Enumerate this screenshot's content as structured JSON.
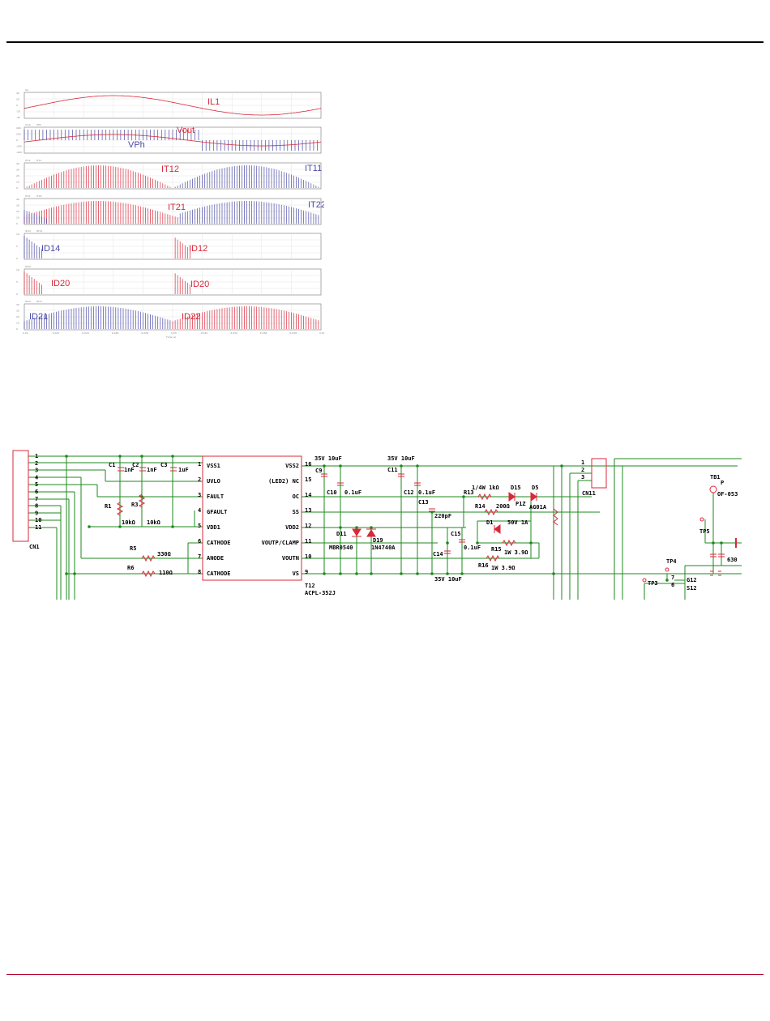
{
  "waveforms": {
    "plots": [
      {
        "labels": [
          {
            "text": "IL1",
            "color": "#d8283a"
          }
        ],
        "header": [
          "IL1"
        ],
        "yticks": [
          "40",
          "20",
          "0",
          "-20",
          "-40"
        ]
      },
      {
        "labels": [
          {
            "text": "Vout",
            "color": "#d8283a"
          },
          {
            "text": "VPh",
            "color": "#4a4aa8"
          }
        ],
        "header": [
          "Vout",
          "VPh"
        ],
        "yticks": [
          "400",
          "200",
          "0",
          "-200",
          "-400"
        ]
      },
      {
        "labels": [
          {
            "text": "IT12",
            "color": "#d8283a"
          },
          {
            "text": "IT11",
            "color": "#4a4aa8"
          }
        ],
        "header": [
          "IT12",
          "IT11"
        ],
        "yticks": [
          "40",
          "30",
          "20",
          "10",
          "0"
        ]
      },
      {
        "labels": [
          {
            "text": "IT21",
            "color": "#d8283a"
          },
          {
            "text": "IT22",
            "color": "#4a4aa8"
          }
        ],
        "header": [
          "IT21",
          "IT22"
        ],
        "yticks": [
          "40",
          "30",
          "20",
          "10",
          "0"
        ]
      },
      {
        "labels": [
          {
            "text": "ID14",
            "color": "#4a4aa8"
          },
          {
            "text": "ID12",
            "color": "#d8283a"
          }
        ],
        "header": [
          "ID12",
          "ID14"
        ],
        "yticks": [
          "10",
          "5",
          "0"
        ]
      },
      {
        "labels": [
          {
            "text": "ID20",
            "color": "#d8283a"
          },
          {
            "text": "ID20",
            "color": "#d8283a"
          }
        ],
        "header": [
          "ID20"
        ],
        "yticks": [
          "10",
          "5",
          "0"
        ]
      },
      {
        "labels": [
          {
            "text": "ID21",
            "color": "#4a4aa8"
          },
          {
            "text": "ID22",
            "color": "#d8283a"
          }
        ],
        "header": [
          "ID22",
          "ID21"
        ],
        "yticks": [
          "40",
          "30",
          "20",
          "10",
          "0"
        ]
      }
    ],
    "x_ticks": [
      "0.02",
      "0.022",
      "0.024",
      "0.026",
      "0.028",
      "0.03",
      "0.032",
      "0.034",
      "0.036",
      "0.038",
      "0.04"
    ],
    "x_label": "Time (s)"
  },
  "schematic": {
    "connector_left": {
      "name": "CN1",
      "pins": [
        "1",
        "2",
        "3",
        "4",
        "5",
        "6",
        "7",
        "8",
        "9",
        "10",
        "11"
      ]
    },
    "connector_right": {
      "name": "CN11",
      "pins": [
        "1",
        "2",
        "3"
      ]
    },
    "ic": {
      "ref": "T12",
      "part": "ACPL-352J",
      "left_pins": [
        {
          "num": "1",
          "name": "VSS1"
        },
        {
          "num": "2",
          "name": "UVLO"
        },
        {
          "num": "3",
          "name": "FAULT"
        },
        {
          "num": "4",
          "name": "GFAULT"
        },
        {
          "num": "5",
          "name": "VDD1"
        },
        {
          "num": "6",
          "name": "CATHODE"
        },
        {
          "num": "7",
          "name": "ANODE"
        },
        {
          "num": "8",
          "name": "CATHODE"
        }
      ],
      "right_pins": [
        {
          "num": "16",
          "name": "VSS2"
        },
        {
          "num": "15",
          "name": "(LED2) NC"
        },
        {
          "num": "14",
          "name": "OC"
        },
        {
          "num": "13",
          "name": "SS"
        },
        {
          "num": "12",
          "name": "VDD2"
        },
        {
          "num": "11",
          "name": "VOUTP/CLAMP"
        },
        {
          "num": "10",
          "name": "VOUTN"
        },
        {
          "num": "9",
          "name": "VS"
        }
      ]
    },
    "labels": {
      "c1": "C1",
      "c1v": "1nF",
      "c2": "C2",
      "c2v": "1nF",
      "c3": "C3",
      "c3v": "1uF",
      "r1": "R1",
      "r1v": "10kΩ",
      "r3": "R3",
      "r3v": "10kΩ",
      "r5": "R5",
      "r5v": "330Ω",
      "r6": "R6",
      "r6v": "110Ω",
      "c9": "C9",
      "c9v": "35V 10uF",
      "c10": "C10",
      "c10v": "0.1uF",
      "c11": "C11",
      "c11v": "35V 10uF",
      "c12": "C12",
      "c12v": "0.1uF",
      "c13": "C13",
      "c13v": "220pF",
      "c14": "C14",
      "c14v": "35V 10uF",
      "c15": "C15",
      "c15v": "0.1uF",
      "d11": "D11",
      "d11v": "MBR0540",
      "d19": "D19",
      "d19v": "1N4740A",
      "r13": "R13",
      "r13v": "1/4W 1kΩ",
      "d15": "D15",
      "d15v": "P1Z",
      "d5": "D5",
      "d5v": "AG01A",
      "r14": "R14",
      "r14v": "200Ω",
      "d1": "D1",
      "d1v": "50V 1A",
      "r15": "R15",
      "r15v": "1W 3.9Ω",
      "r16": "R16",
      "r16v": "1W 3.9Ω",
      "tb1": "TB1",
      "tb1p": "P",
      "tb1v": "OF-053",
      "tp5": "TP5",
      "tp4": "TP4",
      "tp3": "TP3",
      "q_g": "G12",
      "q_s": "S12",
      "pin7": "7",
      "pin6": "6",
      "c630": "630"
    }
  }
}
